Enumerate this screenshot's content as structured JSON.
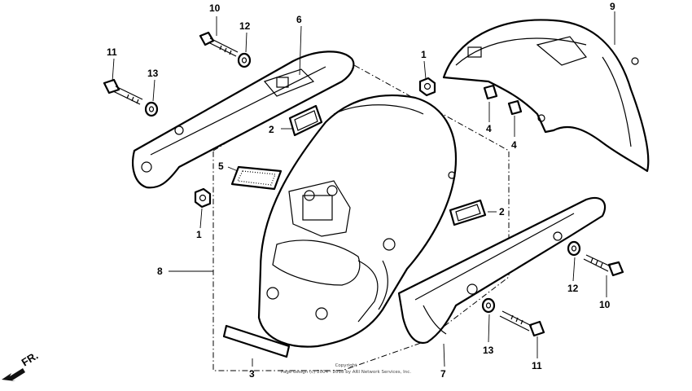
{
  "callouts": {
    "c1a": "1",
    "c1b": "1",
    "c2a": "2",
    "c2b": "2",
    "c3": "3",
    "c4a": "4",
    "c4b": "4",
    "c5": "5",
    "c6": "6",
    "c7": "7",
    "c8": "8",
    "c9": "9",
    "c10a": "10",
    "c10b": "10",
    "c11a": "11",
    "c11b": "11",
    "c12a": "12",
    "c12b": "12",
    "c13a": "13",
    "c13b": "13"
  },
  "direction_label": "FR.",
  "copyright": {
    "line1": "Copyright",
    "line2": "Page design (c) 2004 - 2018 by ARI Network Services, Inc."
  }
}
